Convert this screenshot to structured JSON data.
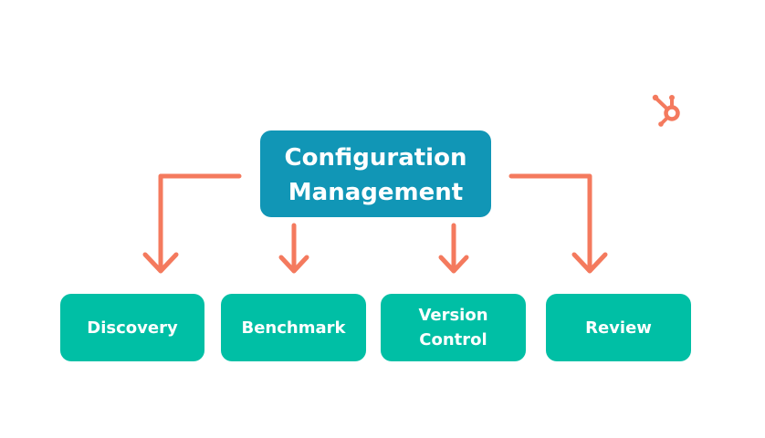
{
  "diagram": {
    "root": {
      "label": "Configuration\nManagement",
      "color": "#1196b6"
    },
    "children": [
      {
        "label": "Discovery"
      },
      {
        "label": "Benchmark"
      },
      {
        "label": "Version\nControl"
      },
      {
        "label": "Review"
      }
    ],
    "child_color": "#00bfa5",
    "arrow_color": "#f47a5e"
  },
  "logo": {
    "icon": "hubspot-sprocket-icon",
    "color": "#f47a5e"
  }
}
